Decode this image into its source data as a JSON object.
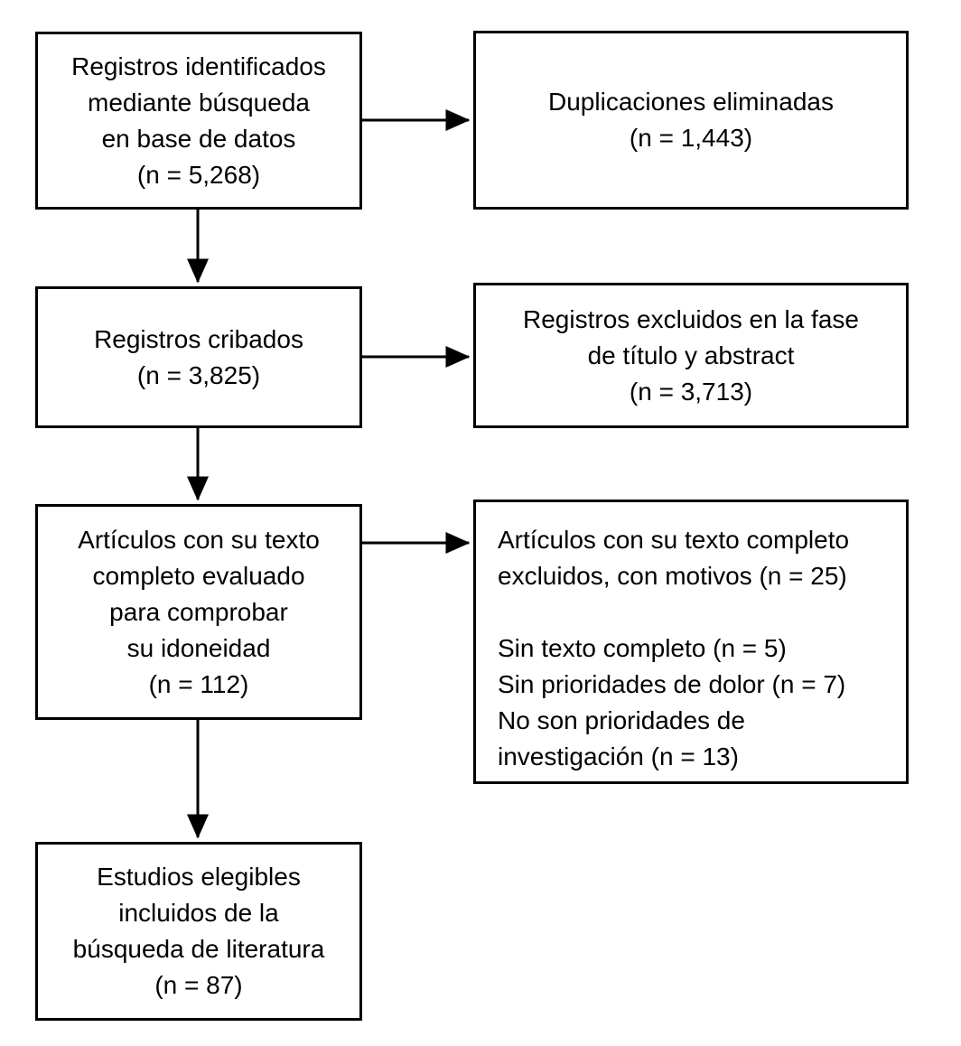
{
  "diagram": {
    "kind": "prisma-flowchart",
    "background_color": "#ffffff",
    "box_border_color": "#000000",
    "text_color": "#000000",
    "boxes": {
      "identification": {
        "lines": [
          "Registros identificados",
          "mediante búsqueda",
          "en base de datos",
          "(n = 5,268)"
        ],
        "count": 5268
      },
      "duplicates_removed": {
        "lines": [
          "Duplicaciones eliminadas",
          "(n = 1,443)"
        ],
        "count": 1443
      },
      "screened": {
        "lines": [
          "Registros cribados",
          "(n = 3,825)"
        ],
        "count": 3825
      },
      "excluded_title_abstract": {
        "lines": [
          "Registros excluidos en la fase",
          "de título y abstract",
          "(n = 3,713)"
        ],
        "count": 3713
      },
      "fulltext_assessed": {
        "lines": [
          "Artículos con su texto",
          "completo evaluado",
          "para comprobar",
          "su idoneidad",
          "(n = 112)"
        ],
        "count": 112
      },
      "fulltext_excluded": {
        "lines": [
          "Artículos con su texto completo",
          "excluidos, con motivos (n = 25)",
          "",
          "Sin texto completo (n = 5)",
          "Sin prioridades de dolor (n = 7)",
          "No son prioridades de",
          "investigación (n = 13)"
        ],
        "count": 25
      },
      "included": {
        "lines": [
          "Estudios elegibles",
          "incluidos de la",
          "búsqueda de literatura",
          "(n = 87)"
        ],
        "count": 87
      }
    },
    "connections": [
      {
        "from": "identification",
        "to": "duplicates_removed"
      },
      {
        "from": "identification",
        "to": "screened"
      },
      {
        "from": "screened",
        "to": "excluded_title_abstract"
      },
      {
        "from": "screened",
        "to": "fulltext_assessed"
      },
      {
        "from": "fulltext_assessed",
        "to": "fulltext_excluded"
      },
      {
        "from": "fulltext_assessed",
        "to": "included"
      }
    ]
  }
}
